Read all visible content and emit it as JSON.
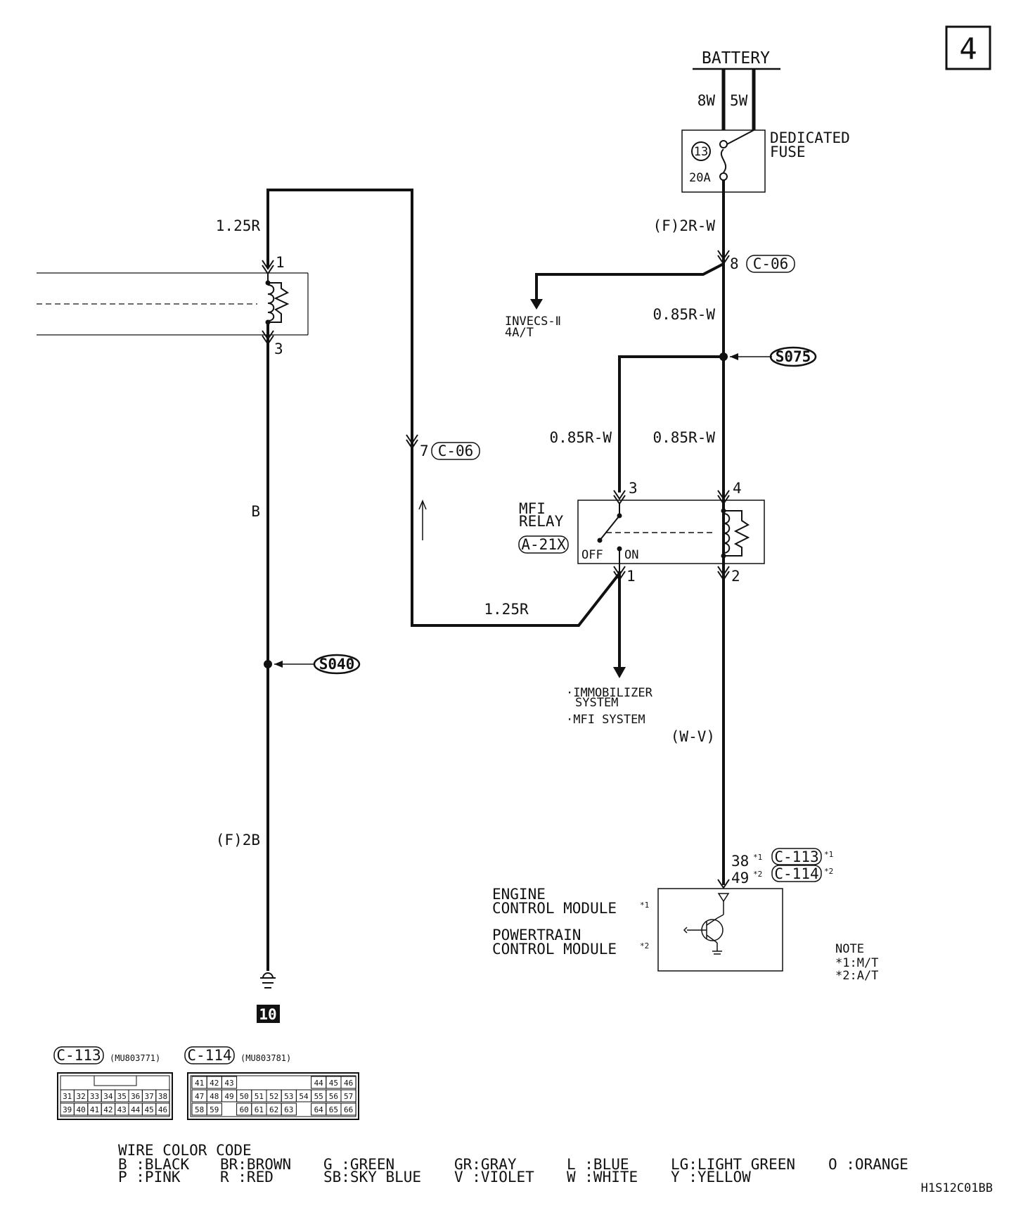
{
  "page_number": "4",
  "battery": {
    "label": "BATTERY",
    "wire_left": "8W",
    "wire_right": "5W"
  },
  "fuse": {
    "label_line1": "DEDICATED",
    "label_line2": "FUSE",
    "number": "13",
    "rating": "20A"
  },
  "wires": {
    "fuse_out": "(F)2R-W",
    "c06_pin8": "8",
    "c06": "C-06",
    "trunk_upper": "0.85R-W",
    "relay_pin3_wire": "0.85R-W",
    "relay_pin4_wire": "0.85R-W",
    "top_loop": "1.25R",
    "relay_out": "1.25R",
    "ground_wire": "B",
    "ground_f": "(F)2B",
    "ecm_wire": "(W-V)",
    "c06_pin7": "7"
  },
  "splices": {
    "s075": "S075",
    "s040": "S040"
  },
  "branch_invecs": {
    "line1": "INVECS-Ⅱ",
    "line2": "4A/T"
  },
  "relay": {
    "line1": "MFI",
    "line2": "RELAY",
    "connector": "A-21X",
    "off": "OFF",
    "on": "ON",
    "pin1": "1",
    "pin2": "2",
    "pin3": "3",
    "pin4": "4"
  },
  "left_component": {
    "pin1": "1",
    "pin3": "3"
  },
  "immobilizer": {
    "line1": "·IMMOBILIZER",
    "line2": "SYSTEM",
    "line3": "·MFI SYSTEM"
  },
  "ecm_connectors": {
    "pin38": "38",
    "pin49": "49",
    "sup1": "*1",
    "sup2": "*2",
    "c113": "C-113",
    "c114": "C-114"
  },
  "ecm": {
    "line1": "ENGINE",
    "line2": "CONTROL MODULE",
    "sup1": "*1",
    "line3": "POWERTRAIN",
    "line4": "CONTROL MODULE",
    "sup2": "*2"
  },
  "note": {
    "title": "NOTE",
    "line1": "*1:M/T",
    "line2": "*2:A/T"
  },
  "ground": {
    "label": "10"
  },
  "connector_views": {
    "c113": {
      "name": "C-113",
      "part": "(MU803771)",
      "row1": [
        "31",
        "32",
        "33",
        "34",
        "35",
        "36",
        "37",
        "38"
      ],
      "row2": [
        "39",
        "40",
        "41",
        "42",
        "43",
        "44",
        "45",
        "46"
      ]
    },
    "c114": {
      "name": "C-114",
      "part": "(MU803781)",
      "row1": [
        "41",
        "42",
        "43",
        "",
        "",
        "",
        "",
        "",
        "44",
        "45",
        "46"
      ],
      "row2": [
        "47",
        "48",
        "49",
        "50",
        "51",
        "52",
        "53",
        "54",
        "55",
        "56",
        "57"
      ],
      "row3": [
        "58",
        "59",
        "",
        "60",
        "61",
        "62",
        "63",
        "",
        "64",
        "65",
        "66"
      ]
    }
  },
  "wire_color_code": {
    "title": "WIRE COLOR CODE",
    "row1": [
      "B :BLACK",
      "BR:BROWN",
      "G :GREEN",
      "GR:GRAY",
      "L :BLUE",
      "LG:LIGHT GREEN",
      "O :ORANGE"
    ],
    "row2": [
      "P :PINK",
      "R :RED",
      "SB:SKY BLUE",
      "V :VIOLET",
      "W :WHITE",
      "Y :YELLOW"
    ]
  },
  "diagram_code": "H1S12C01BB"
}
